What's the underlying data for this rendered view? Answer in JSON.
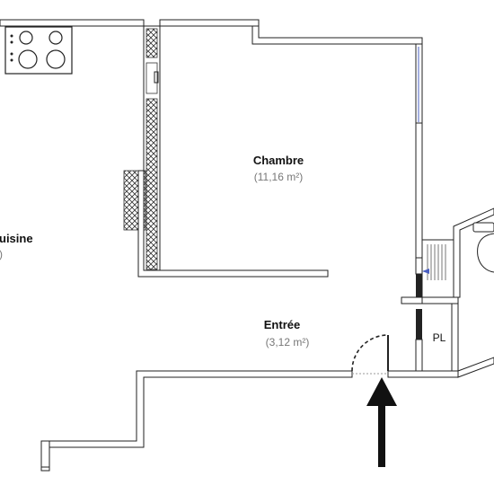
{
  "rooms": {
    "chambre": {
      "name": "Chambre",
      "area": "(11,16 m²)"
    },
    "cuisine": {
      "name": "uisine",
      "area": ")"
    },
    "entree": {
      "name": "Entrée",
      "area": "(3,12 m²)"
    },
    "placard": {
      "name": "PL"
    }
  },
  "colors": {
    "wall": "#222222",
    "hatch": "#333333",
    "window": "#4a5fc1",
    "area_text": "#777777",
    "name_text": "#111111"
  },
  "icons": [
    "cooktop-icon",
    "sink-icon",
    "entrance-arrow-icon",
    "staircase-icon",
    "door-swing-icon"
  ]
}
